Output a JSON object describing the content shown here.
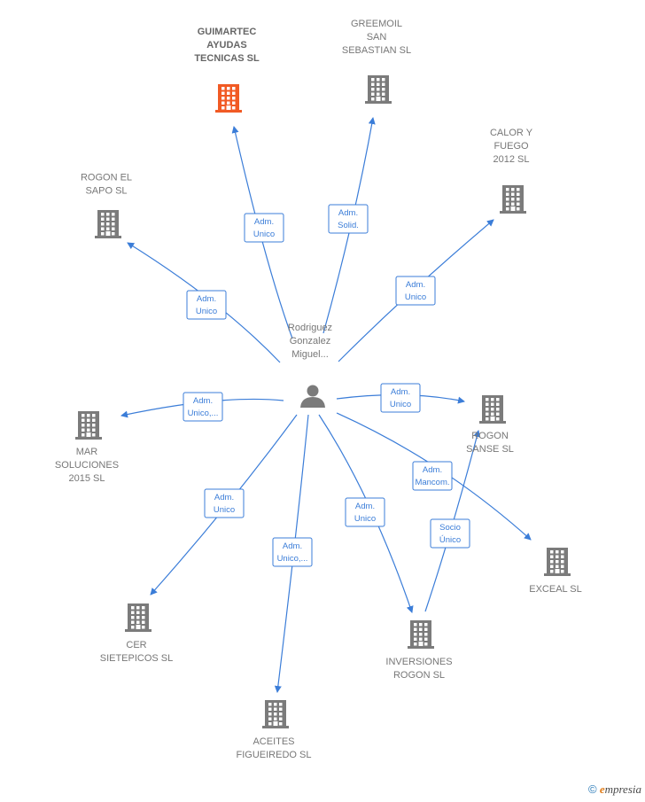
{
  "center": {
    "label": [
      "Rodriguez",
      "Gonzalez",
      "Miguel..."
    ],
    "icon": "person-icon"
  },
  "companies": [
    {
      "id": "guimartec",
      "label": [
        "GUIMARTEC",
        "AYUDAS",
        "TECNICAS  SL"
      ],
      "highlight": true,
      "icon": "building-icon"
    },
    {
      "id": "greemoil",
      "label": [
        "GREEMOIL",
        "SAN",
        "SEBASTIAN SL"
      ],
      "highlight": false,
      "icon": "building-icon"
    },
    {
      "id": "calor",
      "label": [
        "CALOR Y",
        "FUEGO",
        "2012 SL"
      ],
      "highlight": false,
      "icon": "building-icon"
    },
    {
      "id": "rogon-sapo",
      "label": [
        "ROGON EL",
        "SAPO  SL"
      ],
      "highlight": false,
      "icon": "building-icon"
    },
    {
      "id": "mar",
      "label": [
        "MAR",
        "SOLUCIONES",
        "2015  SL"
      ],
      "highlight": false,
      "icon": "building-icon"
    },
    {
      "id": "rogon-sanse",
      "label": [
        "ROGON",
        "SANSE  SL"
      ],
      "highlight": false,
      "icon": "building-icon"
    },
    {
      "id": "exceal",
      "label": [
        "EXCEAL SL"
      ],
      "highlight": false,
      "icon": "building-icon"
    },
    {
      "id": "cer",
      "label": [
        "CER",
        "SIETEPICOS SL"
      ],
      "highlight": false,
      "icon": "building-icon"
    },
    {
      "id": "aceites",
      "label": [
        "ACEITES",
        "FIGUEIREDO SL"
      ],
      "highlight": false,
      "icon": "building-icon"
    },
    {
      "id": "inversiones",
      "label": [
        "INVERSIONES",
        "ROGON SL"
      ],
      "highlight": false,
      "icon": "building-icon"
    }
  ],
  "edges": [
    {
      "from": "center",
      "to": "guimartec",
      "label": [
        "Adm.",
        "Unico"
      ]
    },
    {
      "from": "center",
      "to": "greemoil",
      "label": [
        "Adm.",
        "Solid."
      ]
    },
    {
      "from": "center",
      "to": "calor",
      "label": [
        "Adm.",
        "Unico"
      ]
    },
    {
      "from": "center",
      "to": "rogon-sapo",
      "label": [
        "Adm.",
        "Unico"
      ]
    },
    {
      "from": "center",
      "to": "mar",
      "label": [
        "Adm.",
        "Unico,..."
      ]
    },
    {
      "from": "center",
      "to": "rogon-sanse",
      "label": [
        "Adm.",
        "Unico"
      ]
    },
    {
      "from": "center",
      "to": "exceal",
      "label": [
        "Adm.",
        "Mancom."
      ]
    },
    {
      "from": "center",
      "to": "cer",
      "label": [
        "Adm.",
        "Unico"
      ]
    },
    {
      "from": "center",
      "to": "aceites",
      "label": [
        "Adm.",
        "Unico,..."
      ]
    },
    {
      "from": "center",
      "to": "inversiones",
      "label": [
        "Adm.",
        "Unico"
      ]
    },
    {
      "from": "inversiones",
      "to": "rogon-sanse",
      "label": [
        "Socio",
        "Único"
      ]
    }
  ],
  "colors": {
    "edge": "#3b7dd8",
    "building": "#7b7b7b",
    "building_highlight": "#f15a24",
    "label": "#777777"
  },
  "footer": {
    "copyright": "©",
    "brand_initial": "e",
    "brand_rest": "mpresia"
  }
}
